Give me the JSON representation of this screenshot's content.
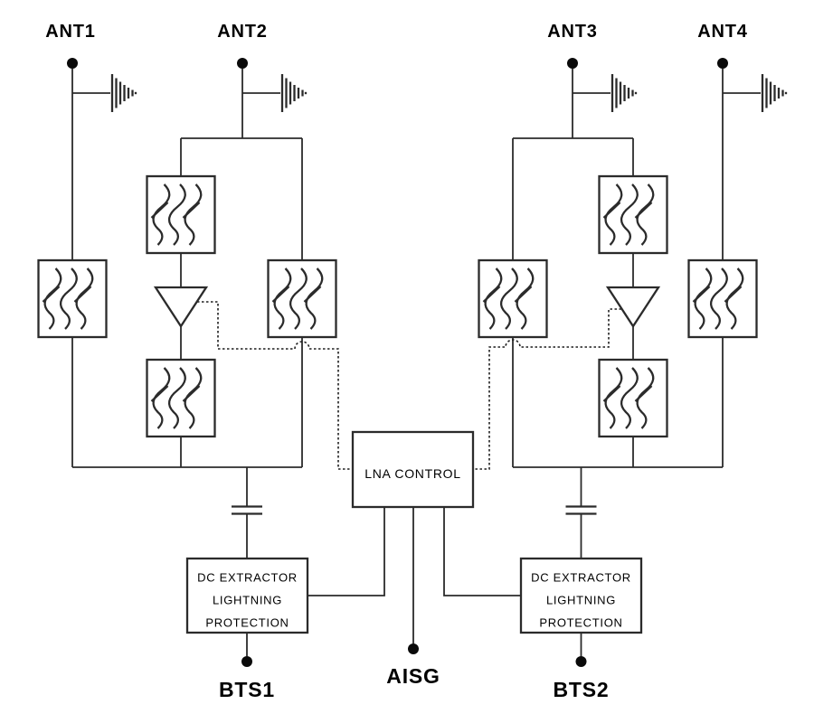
{
  "diagram": {
    "type": "block-schematic",
    "background": "#ffffff",
    "line_color": "#2b2b2b",
    "text_color": "#000000",
    "ports": {
      "ant1": "ANT1",
      "ant2": "ANT2",
      "ant3": "ANT3",
      "ant4": "ANT4",
      "bts1": "BTS1",
      "bts2": "BTS2",
      "aisg": "AISG"
    },
    "blocks": {
      "lna_control": "LNA CONTROL",
      "dc_extractor": [
        "DC EXTRACTOR",
        "LIGHTNING",
        "PROTECTION"
      ]
    },
    "icons": {
      "ground": "rf-ground-icon",
      "filter": "bandpass-filter-icon",
      "amplifier": "lna-amplifier-icon",
      "capacitor": "dc-block-capacitor-icon",
      "terminal": "port-terminal-dot"
    }
  }
}
